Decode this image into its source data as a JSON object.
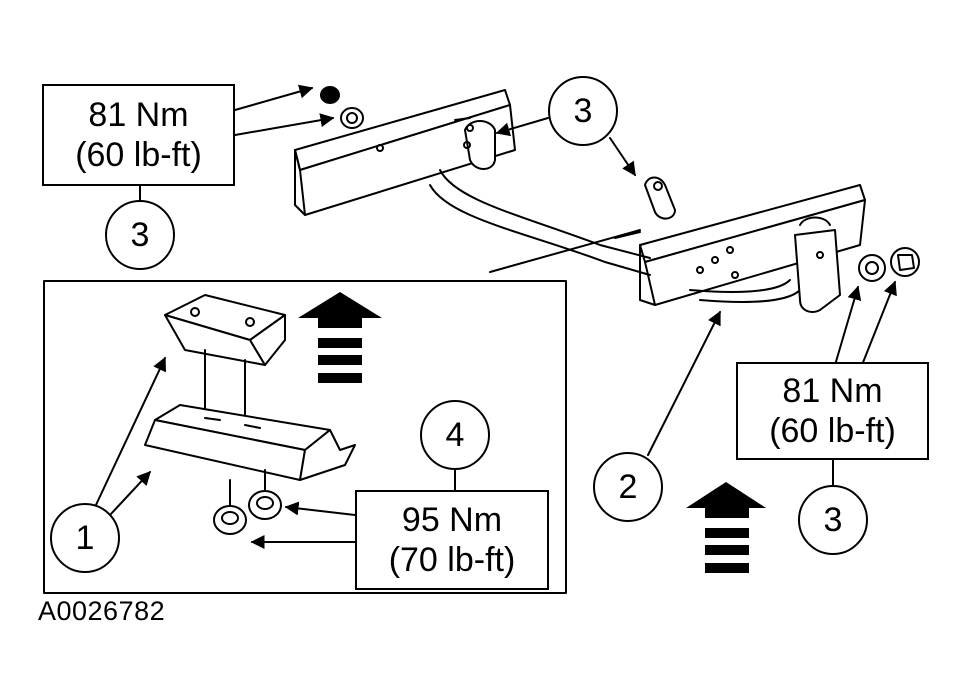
{
  "torque_boxes": [
    {
      "id": "top-left",
      "line1": "81 Nm",
      "line2": "(60 lb-ft)"
    },
    {
      "id": "right",
      "line1": "81 Nm",
      "line2": "(60 lb-ft)"
    },
    {
      "id": "inset",
      "line1": "95 Nm",
      "line2": "(70 lb-ft)"
    }
  ],
  "callouts": [
    "3",
    "3",
    "3",
    "4",
    "1",
    "2"
  ],
  "figure_id": "A0026782"
}
